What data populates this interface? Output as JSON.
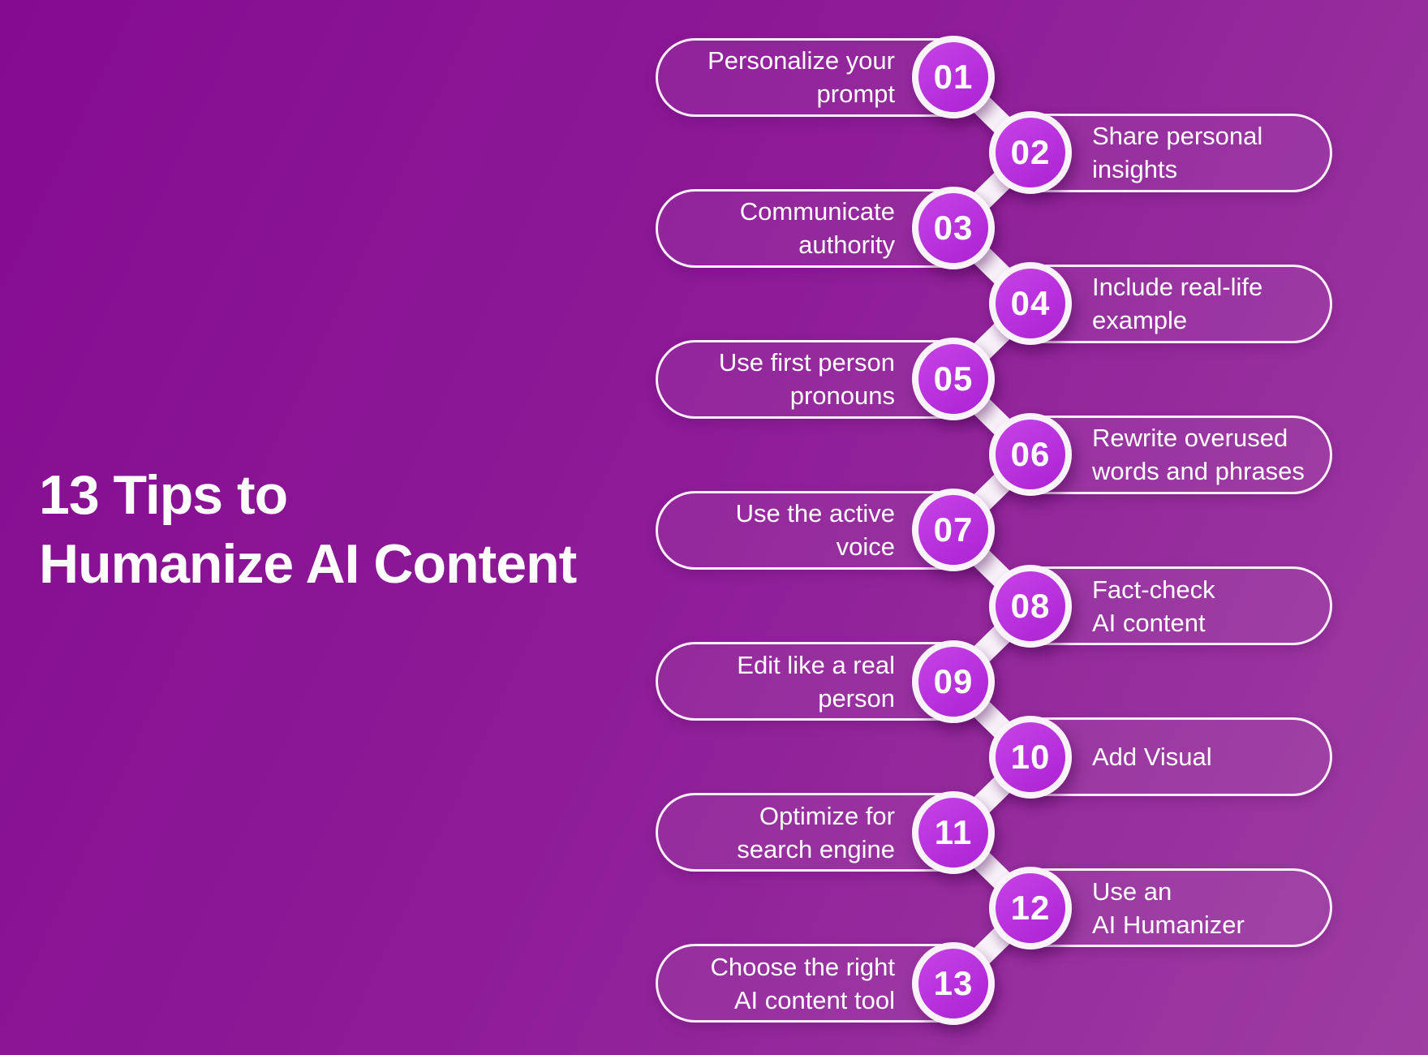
{
  "title": {
    "line1": "13 Tips to",
    "line2": "Humanize AI Content"
  },
  "items": [
    {
      "number": "01",
      "label_lines": [
        "Personalize your",
        "prompt"
      ]
    },
    {
      "number": "02",
      "label_lines": [
        "Share personal",
        "insights"
      ]
    },
    {
      "number": "03",
      "label_lines": [
        "Communicate",
        "authority"
      ]
    },
    {
      "number": "04",
      "label_lines": [
        "Include real-life",
        "example"
      ]
    },
    {
      "number": "05",
      "label_lines": [
        "Use first person",
        "pronouns"
      ]
    },
    {
      "number": "06",
      "label_lines": [
        "Rewrite overused",
        "words and phrases"
      ]
    },
    {
      "number": "07",
      "label_lines": [
        "Use the active",
        "voice"
      ]
    },
    {
      "number": "08",
      "label_lines": [
        "Fact-check",
        "AI content"
      ]
    },
    {
      "number": "09",
      "label_lines": [
        "Edit like a real",
        "person"
      ]
    },
    {
      "number": "10",
      "label_lines": [
        "Add Visual"
      ]
    },
    {
      "number": "11",
      "label_lines": [
        "Optimize for",
        "search engine"
      ]
    },
    {
      "number": "12",
      "label_lines": [
        "Use an",
        "AI Humanizer"
      ]
    },
    {
      "number": "13",
      "label_lines": [
        "Choose the right",
        "AI content tool"
      ]
    }
  ],
  "colors": {
    "background_from": "#850b91",
    "background_to": "#9e3da2",
    "circle_light": "#c643e6",
    "circle_dark": "#ac22d4",
    "ring": "#faf3fb",
    "text": "#ffffff"
  }
}
